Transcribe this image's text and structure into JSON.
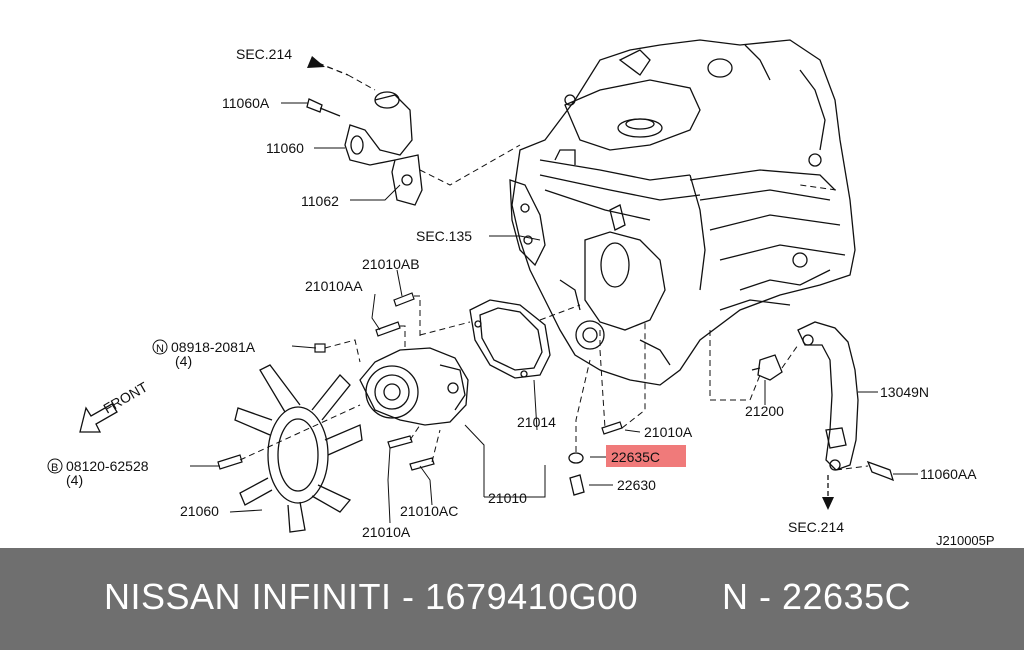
{
  "diagram": {
    "drawing_code": "J210005P",
    "highlight_color": "#f07a7a",
    "labels": {
      "sec214_top": "SEC.214",
      "p11060a": "11060A",
      "p11060": "11060",
      "p11062": "11062",
      "sec135": "SEC.135",
      "p21010ab": "21010AB",
      "p21010aa": "21010AA",
      "n_bolt": "08918-2081A",
      "n_qty": "(4)",
      "front": "FRONT",
      "b_bolt": "08120-62528",
      "b_qty": "(4)",
      "p21060": "21060",
      "p21010a_bottom": "21010A",
      "p21010ac": "21010AC",
      "p21010": "21010",
      "p21014": "21014",
      "p21010a_right": "21010A",
      "p22635c": "22635C",
      "p22630": "22630",
      "p21200": "21200",
      "p13049n": "13049N",
      "p11060aa": "11060AA",
      "sec214_bottom": "SEC.214"
    },
    "markers": {
      "n": "N",
      "b": "B"
    }
  },
  "footer": {
    "left_text": "NISSAN  INFINITI - 1679410G00",
    "right_text": "N - 22635C",
    "background": "#6f6f6f"
  }
}
